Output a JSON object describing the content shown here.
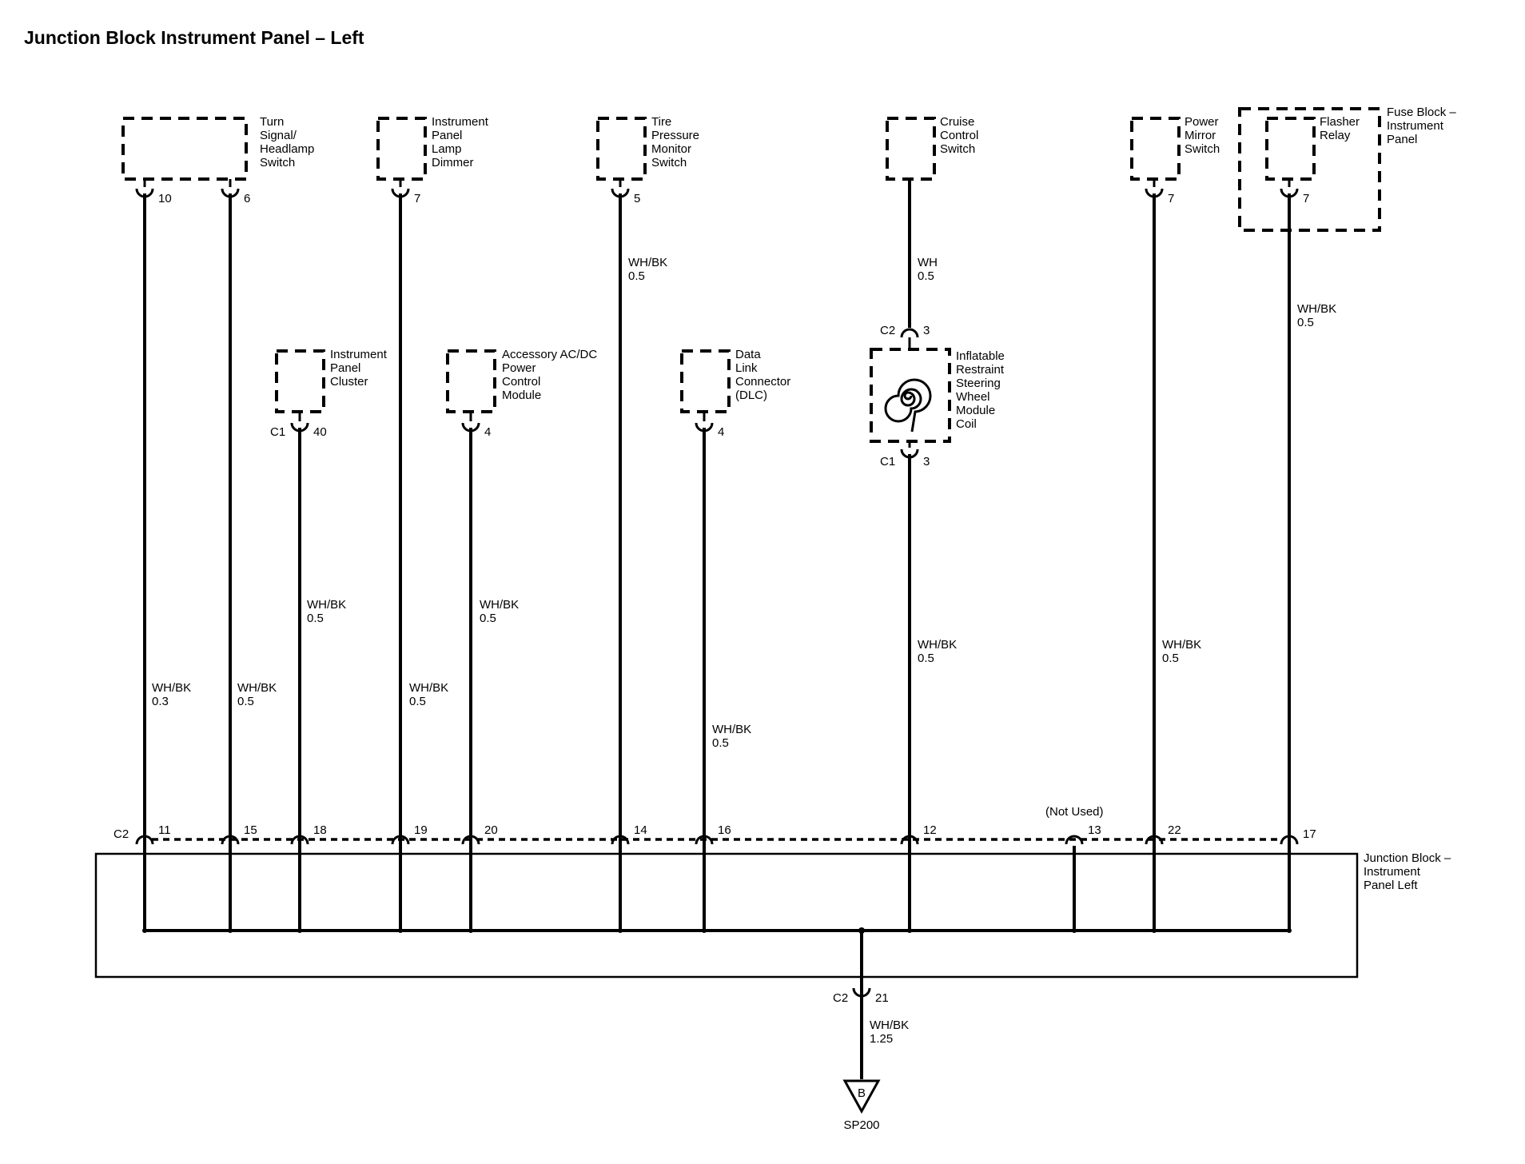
{
  "title": "Junction Block Instrument Panel – Left",
  "components": {
    "turn_signal": [
      "Turn",
      "Signal/",
      "Headlamp",
      "Switch"
    ],
    "ip_lamp_dimmer": [
      "Instrument",
      "Panel",
      "Lamp",
      "Dimmer"
    ],
    "tpms_switch": [
      "Tire",
      "Pressure",
      "Monitor",
      "Switch"
    ],
    "cruise_switch": [
      "Cruise",
      "Control",
      "Switch"
    ],
    "power_mirror_switch": [
      "Power",
      "Mirror",
      "Switch"
    ],
    "flasher_relay": [
      "Flasher",
      "Relay"
    ],
    "fuse_block": [
      "Fuse Block –",
      "Instrument",
      "Panel"
    ],
    "ip_cluster": [
      "Instrument",
      "Panel",
      "Cluster"
    ],
    "accessory_power": [
      "Accessory AC/DC",
      "Power",
      "Control",
      "Module"
    ],
    "dlc": [
      "Data",
      "Link",
      "Connector",
      "(DLC)"
    ],
    "airbag_coil": [
      "Inflatable",
      "Restraint",
      "Steering",
      "Wheel",
      "Module",
      "Coil"
    ],
    "junction_block": [
      "Junction Block –",
      "Instrument",
      "Panel Left"
    ]
  },
  "pins": {
    "turn_10": "10",
    "turn_6": "6",
    "dimmer_7": "7",
    "tpms_5": "5",
    "mirror_7": "7",
    "flasher_7": "7",
    "cluster_40": "40",
    "acc_4": "4",
    "dlc_4": "4",
    "coil_c2_3": "3",
    "coil_c1_3": "3",
    "ground_21": "21"
  },
  "connector_ids": {
    "c1_cluster": "C1",
    "c2_coil": "C2",
    "c1_coil": "C1",
    "c2_junction": "C2",
    "c2_ground": "C2"
  },
  "wires": {
    "w11": [
      "WH/BK",
      "0.3"
    ],
    "w15": [
      "WH/BK",
      "0.5"
    ],
    "w18": [
      "WH/BK",
      "0.5"
    ],
    "w19": [
      "WH/BK",
      "0.5"
    ],
    "w20": [
      "WH/BK",
      "0.5"
    ],
    "w14": [
      "WH/BK",
      "0.5"
    ],
    "w16": [
      "WH/BK",
      "0.5"
    ],
    "w_cruise": [
      "WH",
      "0.5"
    ],
    "w12": [
      "WH/BK",
      "0.5"
    ],
    "w22": [
      "WH/BK",
      "0.5"
    ],
    "w17": [
      "WH/BK",
      "0.5"
    ],
    "w21": [
      "WH/BK",
      "1.25"
    ]
  },
  "junction_pins": [
    "11",
    "15",
    "18",
    "19",
    "20",
    "14",
    "16",
    "12",
    "13",
    "22",
    "17"
  ],
  "not_used": "(Not Used)",
  "ground": {
    "letter": "B",
    "splice": "SP200"
  }
}
